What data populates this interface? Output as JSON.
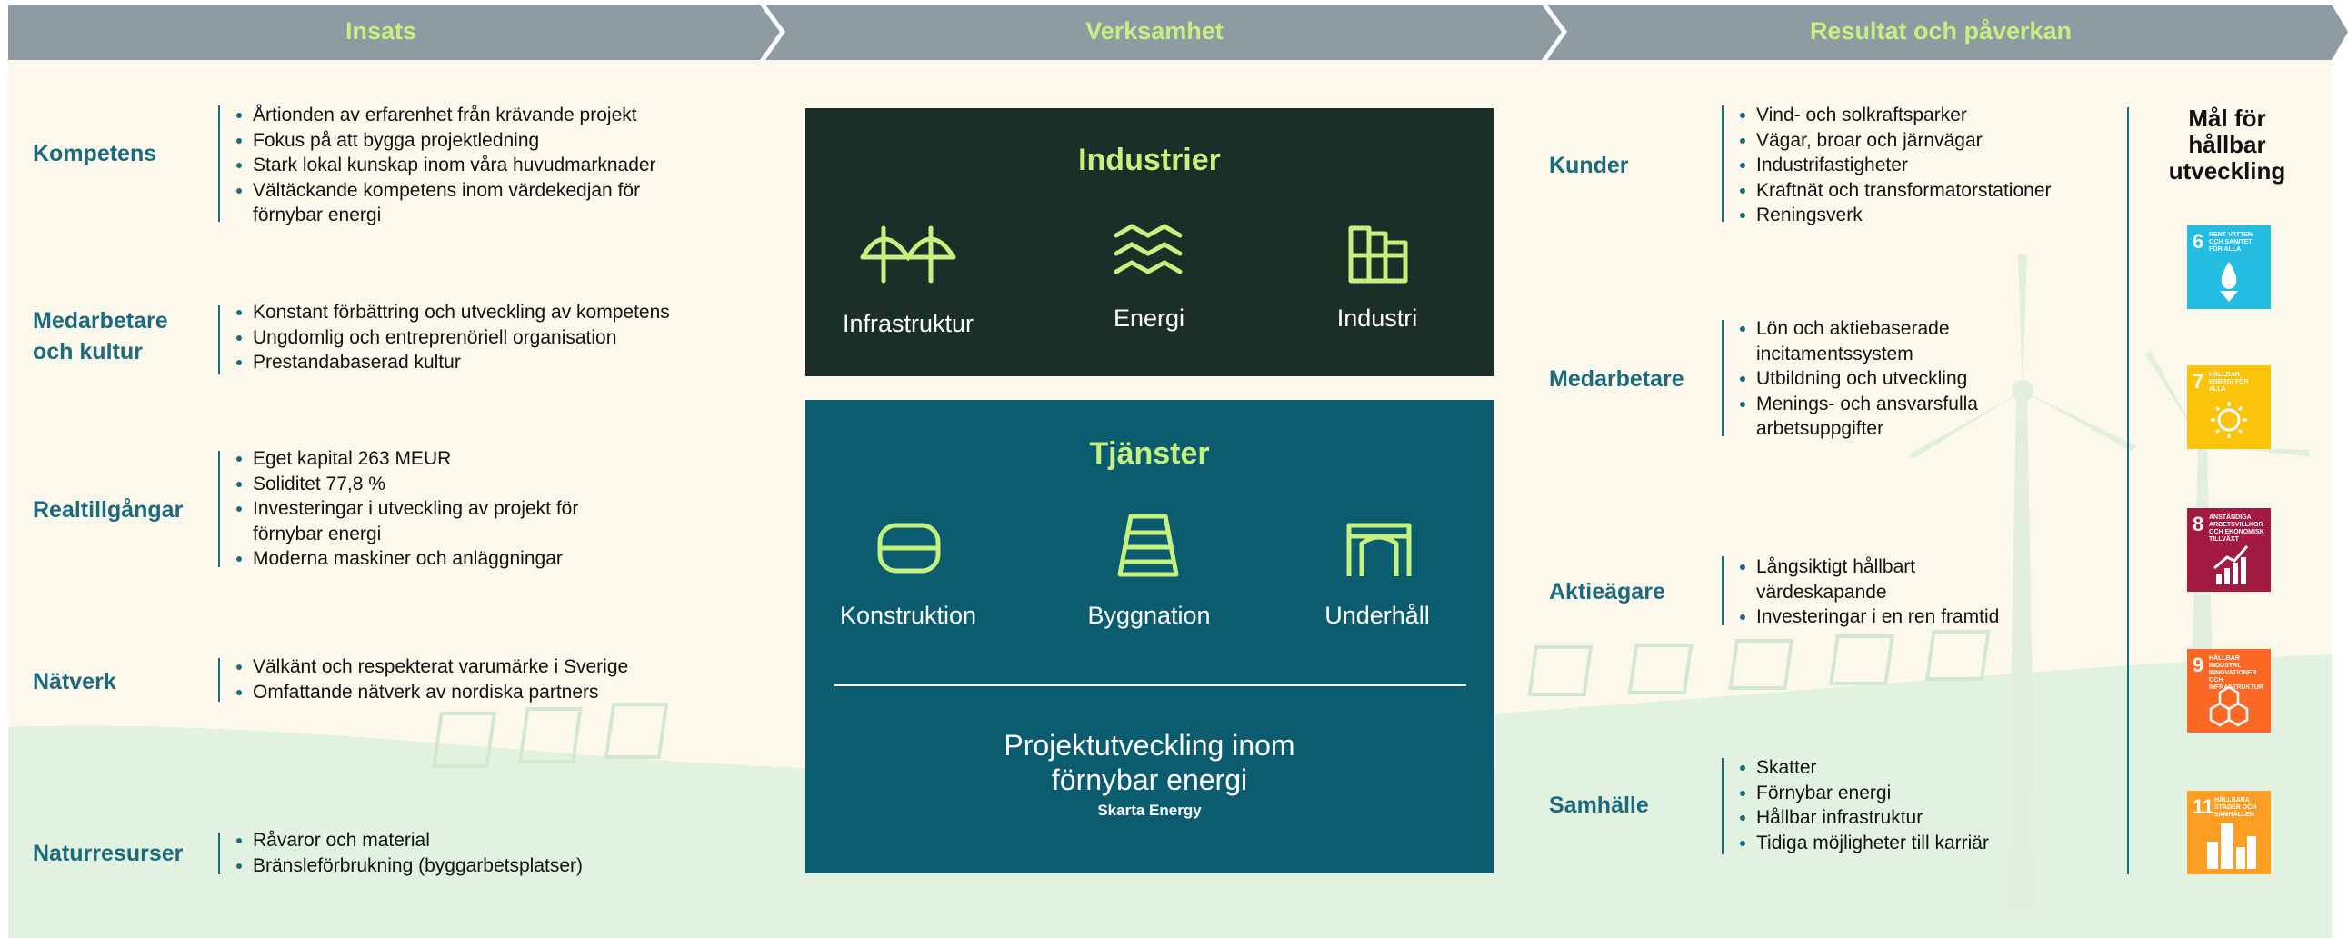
{
  "header": {
    "col1": "Insats",
    "col2": "Verksamhet",
    "col3": "Resultat och påverkan"
  },
  "inputs": [
    {
      "label": "Kompetens",
      "items": [
        "Årtionden av erfarenhet från krävande projekt",
        "Fokus på att bygga projektledning",
        "Stark lokal kunskap inom våra huvudmarknader",
        "Vältäckande kompetens inom värdekedjan för",
        "förnybar energi"
      ]
    },
    {
      "label_line1": "Medarbetare",
      "label_line2": "och kultur",
      "items": [
        "Konstant förbättring och utveckling av kompetens",
        "Ungdomlig och entreprenöriell organisation",
        "Prestandabaserad kultur"
      ]
    },
    {
      "label": "Realtillgångar",
      "items": [
        "Eget kapital 263 MEUR",
        "Soliditet 77,8 %",
        "Investeringar i utveckling av projekt för",
        "förnybar energi",
        "Moderna maskiner och anläggningar"
      ]
    },
    {
      "label": "Nätverk",
      "items": [
        "Välkänt och respekterat varumärke i Sverige",
        "Omfattande nätverk av nordiska partners"
      ]
    },
    {
      "label": "Naturresurser",
      "items": [
        "Råvaror och material",
        "Bränsleförbrukning (byggarbetsplatser)"
      ]
    }
  ],
  "industrier": {
    "title": "Industrier",
    "items": [
      {
        "label": "Infrastruktur",
        "icon": "bridge-icon"
      },
      {
        "label": "Energi",
        "icon": "waves-icon"
      },
      {
        "label": "Industri",
        "icon": "factory-icon"
      }
    ]
  },
  "tjanster": {
    "title": "Tjänster",
    "items": [
      {
        "label": "Konstruktion",
        "icon": "pipe-icon"
      },
      {
        "label": "Byggnation",
        "icon": "tower-icon"
      },
      {
        "label": "Underhåll",
        "icon": "arch-icon"
      }
    ],
    "footer_line1": "Projektutveckling inom",
    "footer_line2": "förnybar energi",
    "footer_sub": "Skarta Energy"
  },
  "outcomes": [
    {
      "label": "Kunder",
      "items": [
        "Vind- och solkraftsparker",
        "Vägar, broar och järnvägar",
        "Industrifastigheter",
        "Kraftnät och transformatorstationer",
        "Reningsverk"
      ]
    },
    {
      "label": "Medarbetare",
      "items": [
        "Lön och aktiebaserade",
        "incitamentssystem",
        "Utbildning och utveckling",
        "Menings- och ansvarsfulla",
        "arbetsuppgifter"
      ]
    },
    {
      "label": "Aktieägare",
      "items": [
        "Långsiktigt hållbart",
        "värdeskapande",
        "Investeringar i en ren framtid"
      ]
    },
    {
      "label": "Samhälle",
      "items": [
        "Skatter",
        "Förnybar energi",
        "Hållbar infrastruktur",
        "Tidiga möjligheter till karriär"
      ]
    }
  ],
  "sdg": {
    "title_line1": "Mål för",
    "title_line2": "hållbar",
    "title_line3": "utveckling",
    "goals": [
      {
        "num": "6",
        "text": "RENT VATTEN OCH SANITET FÖR ALLA",
        "color": "#26bde2",
        "icon": "water-drop-icon"
      },
      {
        "num": "7",
        "text": "HÅLLBAR ENERGI FÖR ALLA",
        "color": "#fcc30b",
        "icon": "sun-icon"
      },
      {
        "num": "8",
        "text": "ANSTÄNDIGA ARBETSVILLKOR OCH EKONOMISK TILLVÄXT",
        "color": "#a21942",
        "icon": "growth-chart-icon"
      },
      {
        "num": "9",
        "text": "HÅLLBAR INDUSTRI, INNOVATIONER OCH INFRASTRUKTUR",
        "color": "#fd6925",
        "icon": "cubes-icon"
      },
      {
        "num": "11",
        "text": "HÅLLBARA STÄDER OCH SAMHÄLLEN",
        "color": "#fd9d24",
        "icon": "city-icon"
      }
    ]
  },
  "colors": {
    "header_bg": "#8e9ba3",
    "header_text": "#c6f07f",
    "cream": "#fdf8ec",
    "green_hill": "#e2f2e0",
    "dark_panel": "#1b2e27",
    "teal_panel": "#0b5c6e",
    "accent": "#1c6a7e"
  }
}
